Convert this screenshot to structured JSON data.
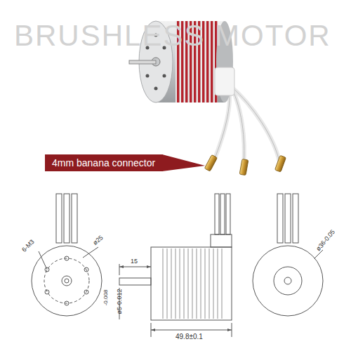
{
  "diagram": {
    "nodes": [
      {
        "text": [
          "4mm banana connector"
        ]
      }
    ],
    "labels": [
      "BRUSHLESS MOTOR",
      "6-M3",
      "ø25",
      "15",
      "-0.008",
      "ø5-0.012",
      "49.8±0.1",
      "ø36-0.05"
    ]
  }
}
